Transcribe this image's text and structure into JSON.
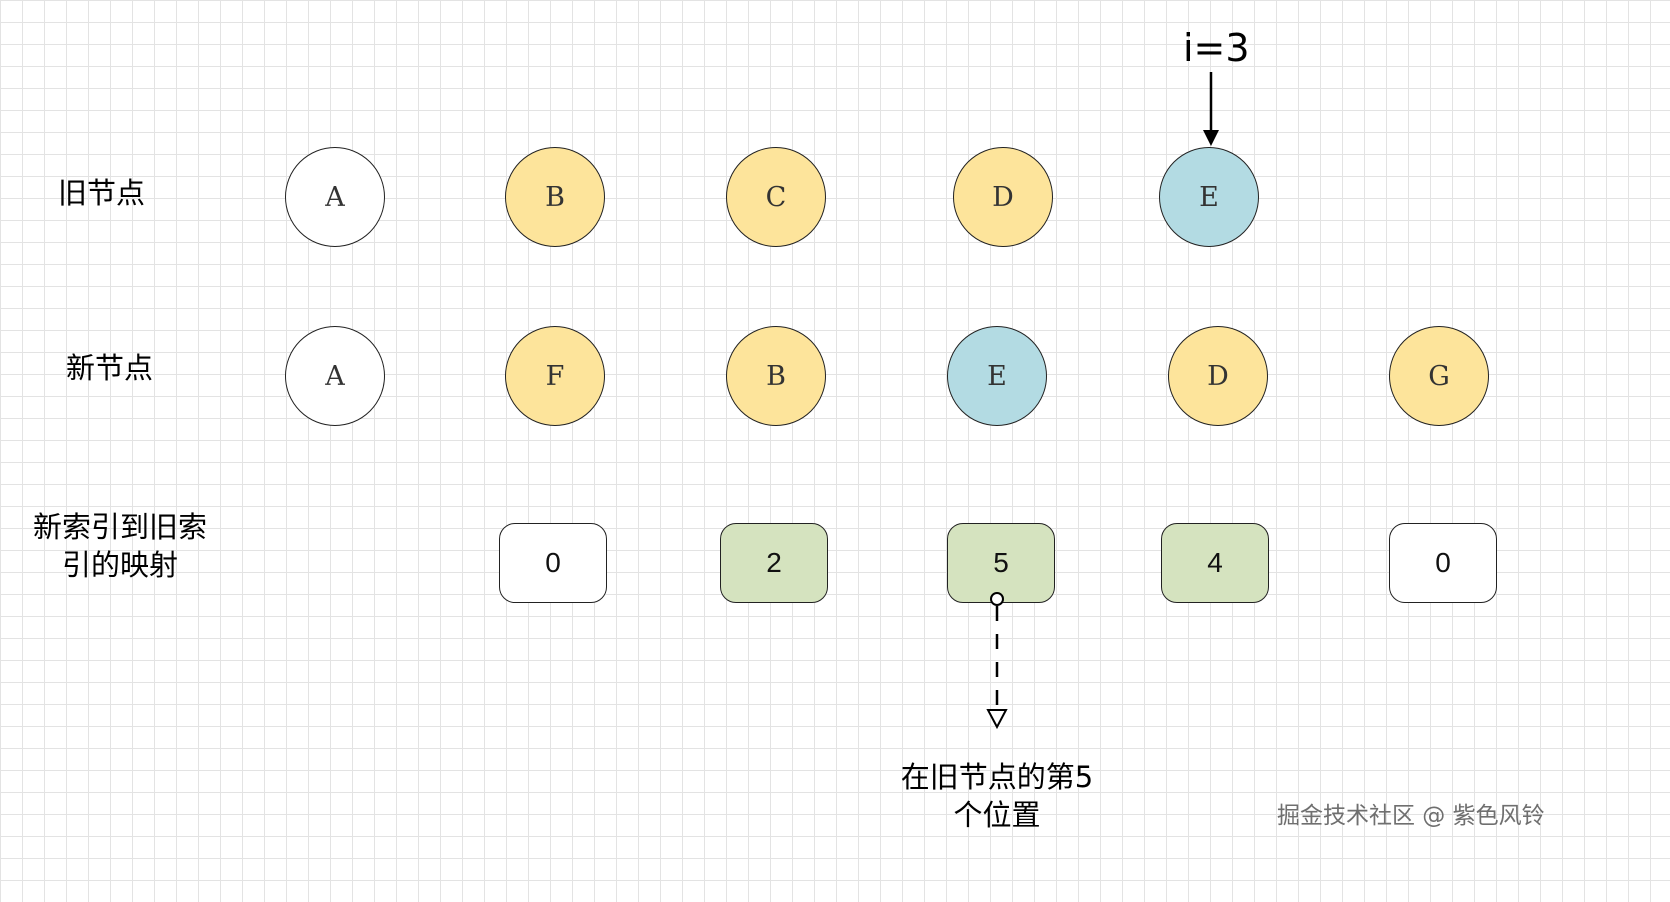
{
  "colors": {
    "white": "#ffffff",
    "yellow": "#fde49b",
    "blue": "#b3dbe3",
    "green": "#d5e3bf"
  },
  "labels": {
    "old_nodes": "旧节点",
    "new_nodes": "新节点",
    "mapping_line1": "新索引到旧索",
    "mapping_line2": "引的映射"
  },
  "old_nodes": [
    {
      "label": "A",
      "color": "white"
    },
    {
      "label": "B",
      "color": "yellow"
    },
    {
      "label": "C",
      "color": "yellow"
    },
    {
      "label": "D",
      "color": "yellow"
    },
    {
      "label": "E",
      "color": "blue"
    }
  ],
  "new_nodes": [
    {
      "label": "A",
      "color": "white"
    },
    {
      "label": "F",
      "color": "yellow"
    },
    {
      "label": "B",
      "color": "yellow"
    },
    {
      "label": "E",
      "color": "blue"
    },
    {
      "label": "D",
      "color": "yellow"
    },
    {
      "label": "G",
      "color": "yellow"
    }
  ],
  "mapping": [
    {
      "value": "0",
      "color": "white"
    },
    {
      "value": "2",
      "color": "green"
    },
    {
      "value": "5",
      "color": "green"
    },
    {
      "value": "4",
      "color": "green"
    },
    {
      "value": "0",
      "color": "white"
    }
  ],
  "pointer": {
    "label": "i=3"
  },
  "annotation": {
    "line1": "在旧节点的第5",
    "line2": "个位置"
  },
  "watermark": "掘金技术社区 @ 紫色风铃"
}
